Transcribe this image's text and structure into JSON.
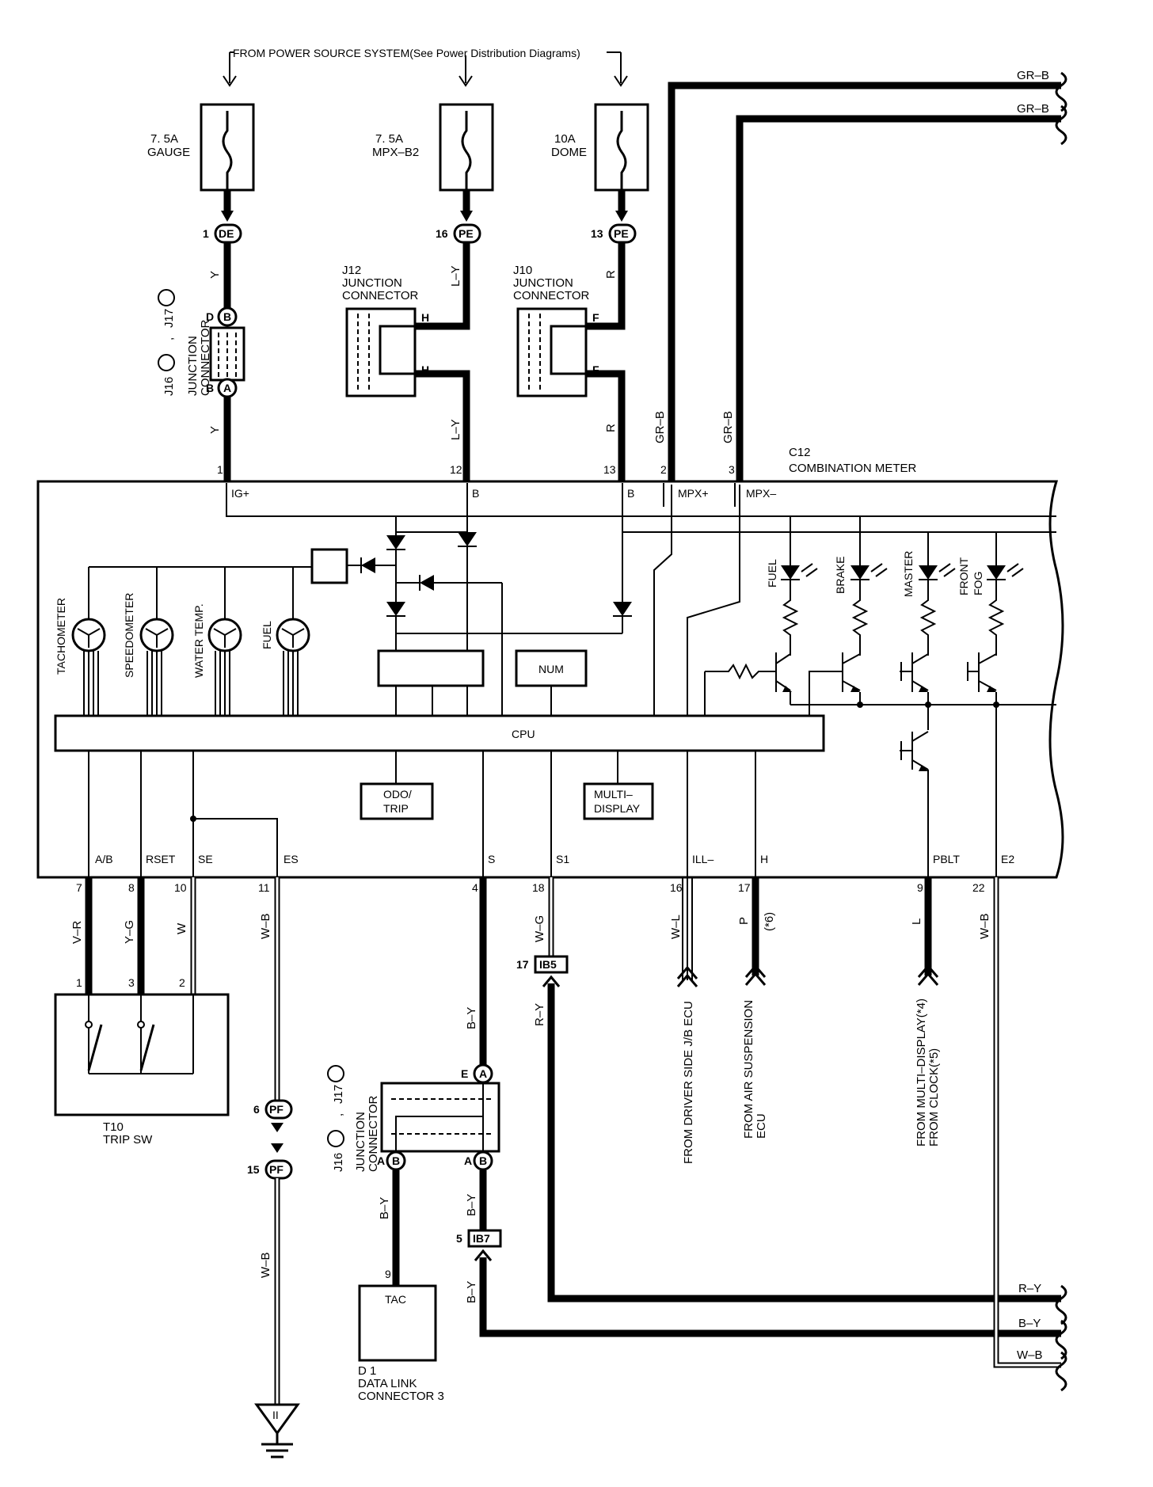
{
  "header": {
    "power_source": "FROM POWER SOURCE SYSTEM(See Power Distribution Diagrams)"
  },
  "fuses": [
    {
      "rating": "7. 5A",
      "name": "GAUGE"
    },
    {
      "rating": "7. 5A",
      "name": "MPX–B2"
    },
    {
      "rating": "10A",
      "name": "DOME"
    }
  ],
  "connector_tags": {
    "de": "DE",
    "pe": "PE",
    "pf": "PF",
    "a": "A",
    "b": "B",
    "ib5": "IB5",
    "ib7": "IB7"
  },
  "junctions": {
    "j12": {
      "id": "J12",
      "line1": "JUNCTION",
      "line2": "CONNECTOR",
      "pin": "H"
    },
    "j10": {
      "id": "J10",
      "line1": "JUNCTION",
      "line2": "CONNECTOR",
      "pin": "F"
    },
    "j16_17_label": {
      "j16": "J16",
      "j17": "J17",
      "comma": ",",
      "line1": "JUNCTION",
      "line2": "CONNECTOR"
    },
    "pins": {
      "d": "D",
      "b": "B",
      "e": "E",
      "a": "A"
    }
  },
  "wires": {
    "y": "Y",
    "ly": "L–Y",
    "r": "R",
    "grb": "GR–B",
    "vr": "V–R",
    "yg": "Y–G",
    "w": "W",
    "wb": "W–B",
    "by": "B–Y",
    "wg": "W–G",
    "ry": "R–Y",
    "wl": "W–L",
    "p": "P",
    "p_note": "(*6)",
    "l": "L"
  },
  "pin_numbers": {
    "p1": "1",
    "p16": "16",
    "p13": "13",
    "p12": "12",
    "p2": "2",
    "p3": "3",
    "p7": "7",
    "p8": "8",
    "p10": "10",
    "p11": "11",
    "p4": "4",
    "p18": "18",
    "p17": "17",
    "p9": "9",
    "p22": "22",
    "p6": "6",
    "p15": "15",
    "p5": "5"
  },
  "meter": {
    "id": "C12",
    "name": "COMBINATION METER",
    "top_terminals": [
      "IG+",
      "B",
      "B",
      "MPX+",
      "MPX–"
    ],
    "bottom_terminals": [
      "A/B",
      "RSET",
      "SE",
      "ES",
      "S",
      "S1",
      "ILL–",
      "H",
      "PBLT",
      "E2"
    ],
    "gauges": [
      "TACHOMETER",
      "SPEEDOMETER",
      "WATER TEMP.",
      "FUEL"
    ],
    "lamps": [
      "FUEL",
      "BRAKE",
      "MASTER",
      "FRONT",
      "FOG"
    ],
    "cpu": "CPU",
    "num": "NUM",
    "odo_trip": [
      "ODO/",
      "TRIP"
    ],
    "multi_display": [
      "MULTI–",
      "DISPLAY"
    ]
  },
  "trip_sw": {
    "id": "T10",
    "name": "TRIP SW"
  },
  "dlc": {
    "id": "D 1",
    "line1": "DATA LINK",
    "line2": "CONNECTOR 3",
    "terminal": "TAC"
  },
  "ground": {
    "label": "II"
  },
  "external": {
    "driver_jb": "FROM DRIVER SIDE J/B ECU",
    "air_susp_1": "FROM AIR SUSPENSION",
    "air_susp_2": "ECU",
    "multi_1": "FROM MULTI–DISPLAY(*4)",
    "multi_2": "FROM CLOCK(*5)"
  }
}
